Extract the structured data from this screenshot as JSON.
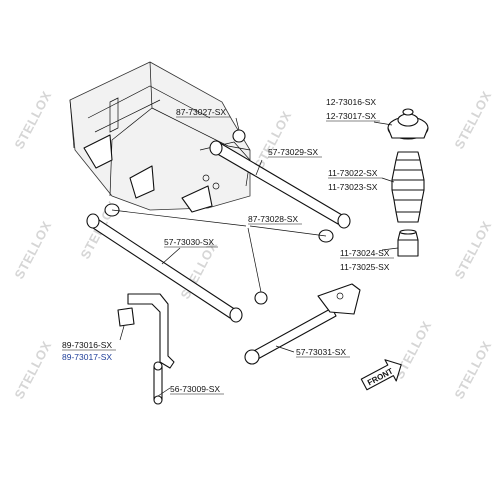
{
  "watermark": "STELLOX",
  "front_label": "FRONT",
  "labels": {
    "p87_73027": "87-73027-SX",
    "p57_73029": "57-73029-SX",
    "p12_73016": "12-73016-SX",
    "p12_73017": "12-73017-SX",
    "p11_73022": "11-73022-SX",
    "p11_73023": "11-73023-SX",
    "p87_73028": "87-73028-SX",
    "p57_73030": "57-73030-SX",
    "p11_73024": "11-73024-SX",
    "p11_73025": "11-73025-SX",
    "p89_73016": "89-73016-SX",
    "p89_73017": "89-73017-SX",
    "p57_73031": "57-73031-SX",
    "p56_73009": "56-73009-SX"
  },
  "colors": {
    "line": "#111111",
    "highlight_label": "#1f3f9a",
    "watermark": "#d6d6d6",
    "frame_fill": "#f2f2f2"
  }
}
